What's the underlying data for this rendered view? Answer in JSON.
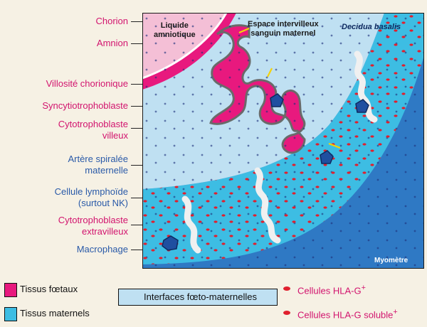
{
  "labels": {
    "chorion": "Chorion",
    "amnion": "Amnion",
    "villosite": "Villosité chorionique",
    "syncytio": "Syncytiotrophoblaste",
    "cyto_villeux_1": "Cytotrophoblaste",
    "cyto_villeux_2": "villeux",
    "artere_1": "Artère spiralée",
    "artere_2": "maternelle",
    "lympho_1": "Cellule lymphoïde",
    "lympho_2": "(surtout NK)",
    "cyto_extra_1": "Cytotrophoblaste",
    "cyto_extra_2": "extravilleux",
    "macrophage": "Macrophage"
  },
  "figure_text": {
    "liquide_1": "Liquide",
    "liquide_2": "amniotique",
    "espace_1": "Espace intervilleux",
    "espace_2": "sanguin maternel",
    "decidua": "Decidua basalis",
    "myometre": "Myomètre"
  },
  "legend": {
    "tissus_foetaux": "Tissus fœtaux",
    "tissus_maternels": "Tissus maternels",
    "interfaces": "Interfaces fœto-maternelles",
    "hla_g": "Cellules HLA-G",
    "hla_g_sup": "+",
    "hla_g_soluble": "Cellules HLA-G soluble",
    "hla_g_soluble_sup": "+"
  },
  "colors": {
    "fetal_pink": "#e8197e",
    "label_pink": "#d2146e",
    "label_blue": "#2a5aa8",
    "decidua_blue": "#3dbde3",
    "intervillous_blue": "#bfe0f2",
    "myometre_blue": "#2f79c4",
    "amniotic_pink": "#f4bfd6",
    "hla_red": "#e0202e",
    "interface_yellow": "#f5d20a",
    "background": "#f6f1e4"
  }
}
